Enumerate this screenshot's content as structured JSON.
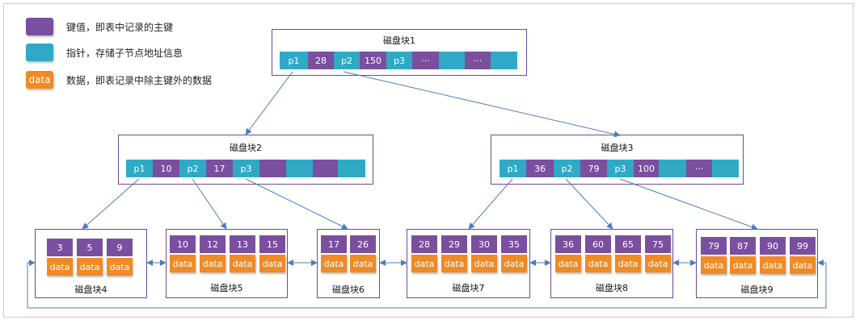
{
  "colors": {
    "key": "#7a4fa0",
    "pointer": "#2eaac6",
    "data": "#f08a24",
    "border": "#6b4a9a",
    "arrow": "#4a7cc0"
  },
  "legend": [
    {
      "swatch": "",
      "text": "键值，即表中记录的主键"
    },
    {
      "swatch": "",
      "text": "指针，存储子节点地址信息"
    },
    {
      "swatch": "data",
      "text": "数据，即表记录中除主键外的数据"
    }
  ],
  "root": {
    "title": "磁盘块1",
    "cells": [
      "p1",
      "28",
      "p2",
      "150",
      "p3",
      "···",
      "",
      "···",
      ""
    ]
  },
  "internal": [
    {
      "title": "磁盘块2",
      "cells": [
        "p1",
        "10",
        "p2",
        "17",
        "p3",
        "",
        "",
        "",
        ""
      ]
    },
    {
      "title": "磁盘块3",
      "cells": [
        "p1",
        "36",
        "p2",
        "79",
        "p3",
        "100",
        "",
        "···",
        ""
      ]
    }
  ],
  "leaves": [
    {
      "title": "磁盘块4",
      "keys": [
        "3",
        "5",
        "9"
      ]
    },
    {
      "title": "磁盘块5",
      "keys": [
        "10",
        "12",
        "13",
        "15"
      ]
    },
    {
      "title": "磁盘块6",
      "keys": [
        "17",
        "26"
      ]
    },
    {
      "title": "磁盘块7",
      "keys": [
        "28",
        "29",
        "30",
        "35"
      ]
    },
    {
      "title": "磁盘块8",
      "keys": [
        "36",
        "60",
        "65",
        "75"
      ]
    },
    {
      "title": "磁盘块9",
      "keys": [
        "79",
        "87",
        "90",
        "99"
      ]
    }
  ],
  "data_label": "data"
}
